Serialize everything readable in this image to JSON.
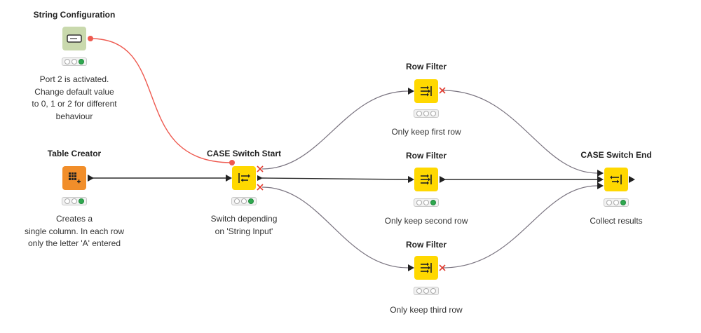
{
  "colors": {
    "manipulator": "#ffd800",
    "source": "#f18e2a",
    "config": "#c9d9ad",
    "flow_variable_connection": "#ee5a50",
    "data_connection": "#2b2b2b",
    "inactive_connection": "#7a7480",
    "inactive_port": "#e23a2e",
    "status_ok": "#2fa84f"
  },
  "nodes": {
    "string_config": {
      "title": "String Configuration",
      "icon": "string-input-icon",
      "status": "executed",
      "description": [
        "Port 2 is activated.",
        "Change default value",
        "to 0, 1 or 2 for different",
        "behaviour"
      ]
    },
    "table_creator": {
      "title": "Table Creator",
      "icon": "table-grid-icon",
      "status": "executed",
      "description": [
        "Creates a",
        "single column. In each row",
        "only the letter 'A' entered"
      ]
    },
    "case_switch_start": {
      "title": "CASE Switch Start",
      "icon": "case-switch-start-icon",
      "status": "executed",
      "description": [
        "Switch depending",
        "on 'String Input'"
      ]
    },
    "row_filter_1": {
      "title": "Row Filter",
      "icon": "row-filter-icon",
      "status": "inactive",
      "description": [
        "Only keep first row"
      ]
    },
    "row_filter_2": {
      "title": "Row Filter",
      "icon": "row-filter-icon",
      "status": "executed",
      "description": [
        "Only keep second row"
      ]
    },
    "row_filter_3": {
      "title": "Row Filter",
      "icon": "row-filter-icon",
      "status": "inactive",
      "description": [
        "Only keep third row"
      ]
    },
    "case_switch_end": {
      "title": "CASE Switch End",
      "icon": "case-switch-end-icon",
      "status": "executed",
      "description": [
        "Collect results"
      ]
    }
  }
}
